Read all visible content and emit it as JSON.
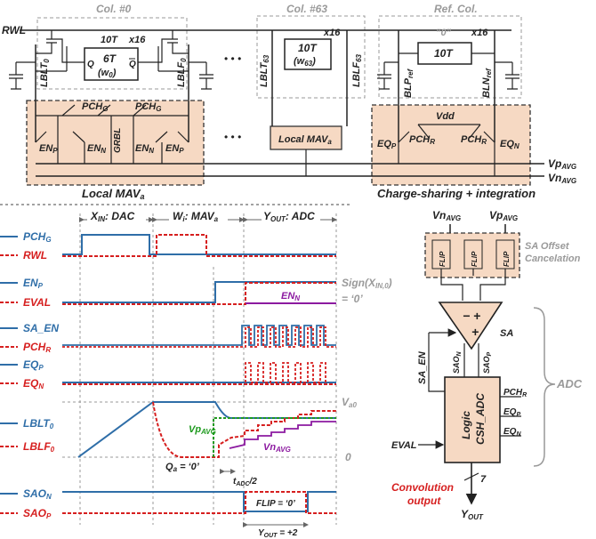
{
  "top": {
    "rwl": "RWL",
    "col0": "Col. #0",
    "col63": "Col. #63",
    "refcol": "Ref. Col.",
    "cell10t": "10T",
    "x16": "x16",
    "cell6t": "6T",
    "w0": "(w",
    "w0sub": "0",
    "q": "Q",
    "qbar": "Q",
    "lblt0": "LBLT",
    "lblt0sub": "0",
    "lblf0": "LBLF",
    "lblf0sub": "0",
    "w63": "(w",
    "w63sub": "63",
    "lblt63": "LBLT",
    "lblt63sub": "63",
    "lblf63": "LBLF",
    "lblf63sub": "63",
    "zero": "“0”",
    "blpref": "BLP",
    "blnref": "BLN",
    "refsub": "ref",
    "pchg": "PCH",
    "pchgsub": "G",
    "enp": "EN",
    "enpsub": "P",
    "enn": "EN",
    "ennsub": "N",
    "grbl": "GRBL",
    "local_mav": "Local MAV",
    "local_mav_sub": "a",
    "vdd": "Vdd",
    "eqp": "EQ",
    "eqpsub": "P",
    "eqn": "EQ",
    "eqnsub": "N",
    "pchr": "PCH",
    "pchrsub": "R",
    "vpavg": "Vp",
    "vnavg": "Vn",
    "avgsub": "AVG",
    "local_mav_label": "Local MAV",
    "charge_label": "Charge-sharing + integration",
    "dots": "• • •"
  },
  "timing": {
    "phase1": "X",
    "phase1sub": "IN",
    "phase1b": ": DAC",
    "phase2": "W",
    "phase2sub": "i",
    "phase2b": ": MAV",
    "phase2bsub": "a",
    "phase3": "Y",
    "phase3sub": "OUT",
    "phase3b": ": ADC",
    "pchg": "PCH",
    "pchgsub": "G",
    "rwl": "RWL",
    "enp": "EN",
    "enpsub": "P",
    "eval": "EVAL",
    "enn": "EN",
    "ennsub": "N",
    "sign": "Sign(X",
    "signsub": "IN,0",
    "signb": ")",
    "signeq": "= ‘0’",
    "saen": "SA_EN",
    "pchr": "PCH",
    "pchrsub": "R",
    "eqp": "EQ",
    "eqpsub": "P",
    "eqn": "EQ",
    "eqnsub": "N",
    "lblt0": "LBLT",
    "lblt0sub": "0",
    "lblf0": "LBLF",
    "lblf0sub": "0",
    "va0": "V",
    "va0sub": "a0",
    "zero": "0",
    "vpavg": "Vp",
    "vnavg": "Vn",
    "avgsub": "AVG",
    "qa": "Q",
    "qasub": "a",
    "qab": " = ‘0’",
    "tadc": "t",
    "tadcsub": "ADC",
    "tadcb": "/2",
    "saon": "SAO",
    "saonsub": "N",
    "saop": "SAO",
    "saopsub": "P",
    "flip": "FLIP = ‘0’",
    "yout": "Y",
    "youtsub": "OUT",
    "youtb": " = +2"
  },
  "adc": {
    "vnavg": "Vn",
    "vpavg": "Vp",
    "avgsub": "AVG",
    "flip": "FLIP",
    "offset1": "SA Offset",
    "offset2": "Cancelation",
    "minus": "−",
    "plus": "+",
    "sa": "SA",
    "saen": "SA_EN",
    "saon": "SAO",
    "saonsub": "N",
    "saop": "SAO",
    "saopsub": "P",
    "csh": "CSH_ADC",
    "logic": "Logic",
    "pchr": "PCH",
    "pchrsub": "R",
    "eqp": "EQ",
    "eqpsub": "P",
    "eqn": "EQ",
    "eqnsub": "N",
    "eval": "EVAL",
    "adc": "ADC",
    "seven": "7",
    "conv1": "Convolution",
    "conv2": "output",
    "yout": "Y",
    "youtsub": "OUT"
  }
}
